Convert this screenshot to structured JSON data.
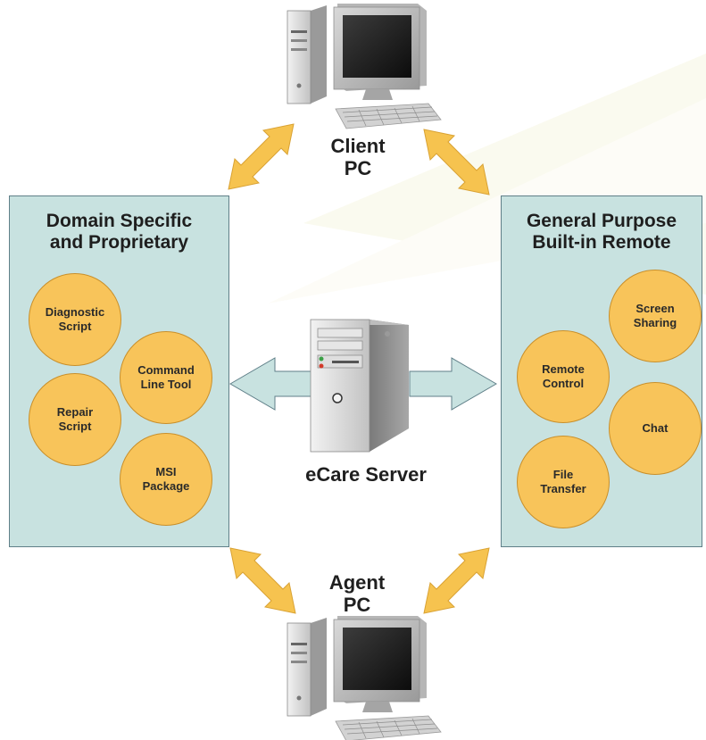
{
  "nodes": {
    "client_pc": "Client\nPC",
    "agent_pc": "Agent\nPC",
    "server": "eCare Server"
  },
  "left_panel": {
    "title": "Domain Specific\nand Proprietary",
    "items": [
      "Diagnostic\nScript",
      "Command\nLine Tool",
      "Repair\nScript",
      "MSI\nPackage"
    ]
  },
  "right_panel": {
    "title": "General Purpose\nBuilt-in Remote",
    "items": [
      "Screen\nSharing",
      "Remote\nControl",
      "Chat",
      "File\nTransfer"
    ]
  },
  "colors": {
    "panel_fill": "#c8e2e0",
    "bubble_fill": "#f8c45a",
    "arrow_orange": "#f6c34f",
    "arrow_teal": "#c8e2e0"
  }
}
